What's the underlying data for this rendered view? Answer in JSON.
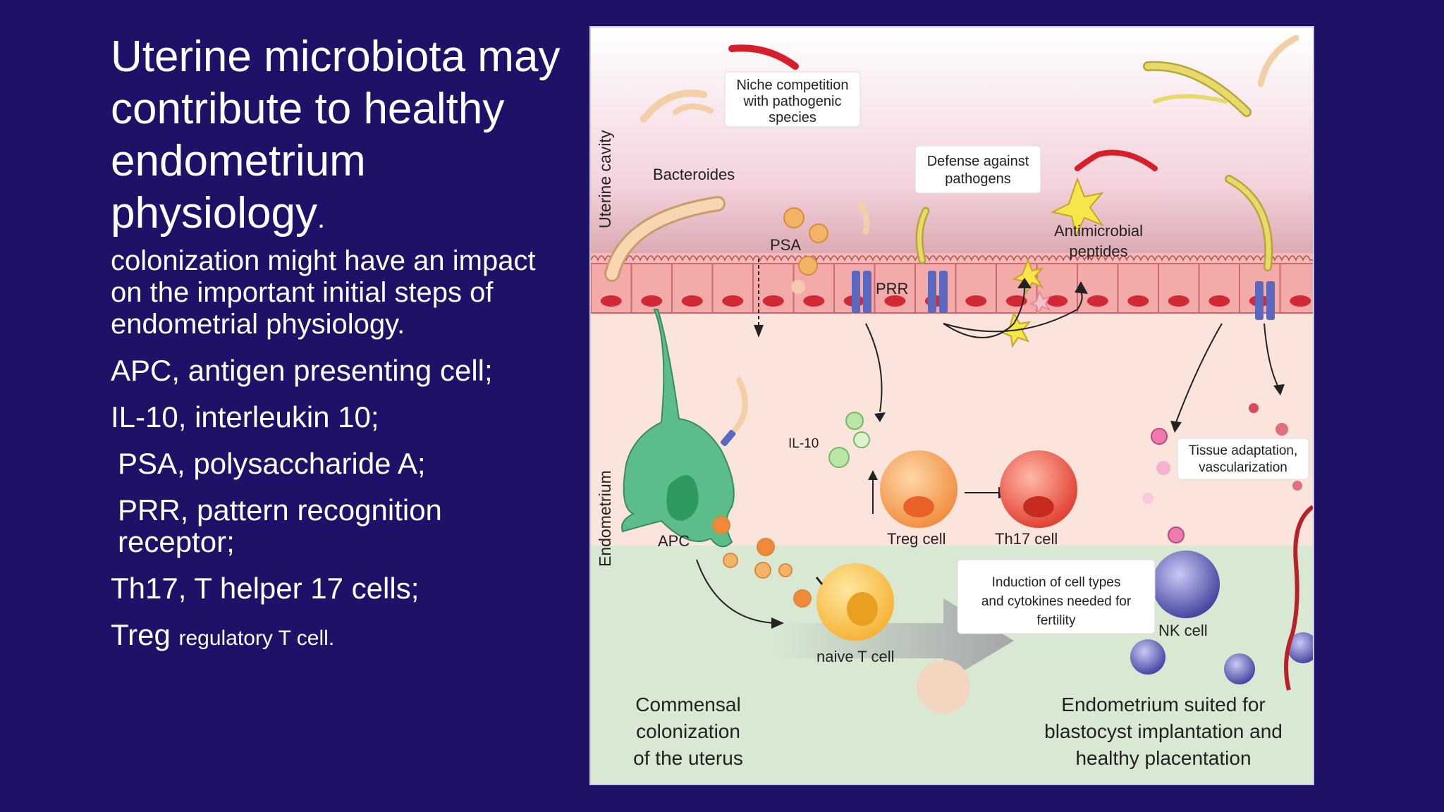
{
  "slide": {
    "title_main": "Uterine microbiota may contribute to healthy endometrium physiology",
    "title_period": ".",
    "intro": "colonization might have an impact on the important initial steps of endometrial physiology.",
    "abbreviations": [
      "APC, antigen presenting cell;",
      "IL-10, interleukin 10;",
      "PSA, polysaccharide A;",
      "PRR, pattern recognition receptor;",
      "Th17, T helper 17 cells;"
    ],
    "treg_term": "Treg",
    "treg_definition": "regulatory T cell."
  },
  "colors": {
    "background": "#1e1168",
    "text": "#ffffff",
    "epithelium": "#f2a9a7",
    "cell_nucleus": "#d12a35",
    "bottom_band": "#d8e8d2",
    "apc": "#5cbc8a",
    "treg": "#f59a4a",
    "th17": "#e74c3c",
    "nk_cell": "#4a4aa8",
    "receptor": "#5a68c0",
    "pathogen": "#d61f2b",
    "commensal": "#d8cc4a",
    "il10": "#9ed88a"
  },
  "figure": {
    "labels": {
      "uterine_cavity": "Uterine cavity",
      "endometrium": "Endometrium",
      "niche": [
        "Niche competition",
        "with pathogenic",
        "species"
      ],
      "defense": [
        "Defense against",
        "pathogens"
      ],
      "bacteroides": "Bacteroides",
      "psa": "PSA",
      "prr": "PRR",
      "antimicrobial": [
        "Antimicrobial",
        "peptides"
      ],
      "il10": "IL-10",
      "apc": "APC",
      "treg": "Treg cell",
      "th17": "Th17 cell",
      "tissue": [
        "Tissue adaptation,",
        "vascularization"
      ],
      "induction": [
        "Induction of cell types",
        "and cytokines needed for",
        "fertility"
      ],
      "nk": "NK cell",
      "naive": "naive T cell"
    },
    "bottom": {
      "left": [
        "Commensal",
        "colonization",
        "of the uterus"
      ],
      "right": [
        "Endometrium suited for",
        "blastocyst implantation and",
        "healthy placentation"
      ]
    }
  }
}
